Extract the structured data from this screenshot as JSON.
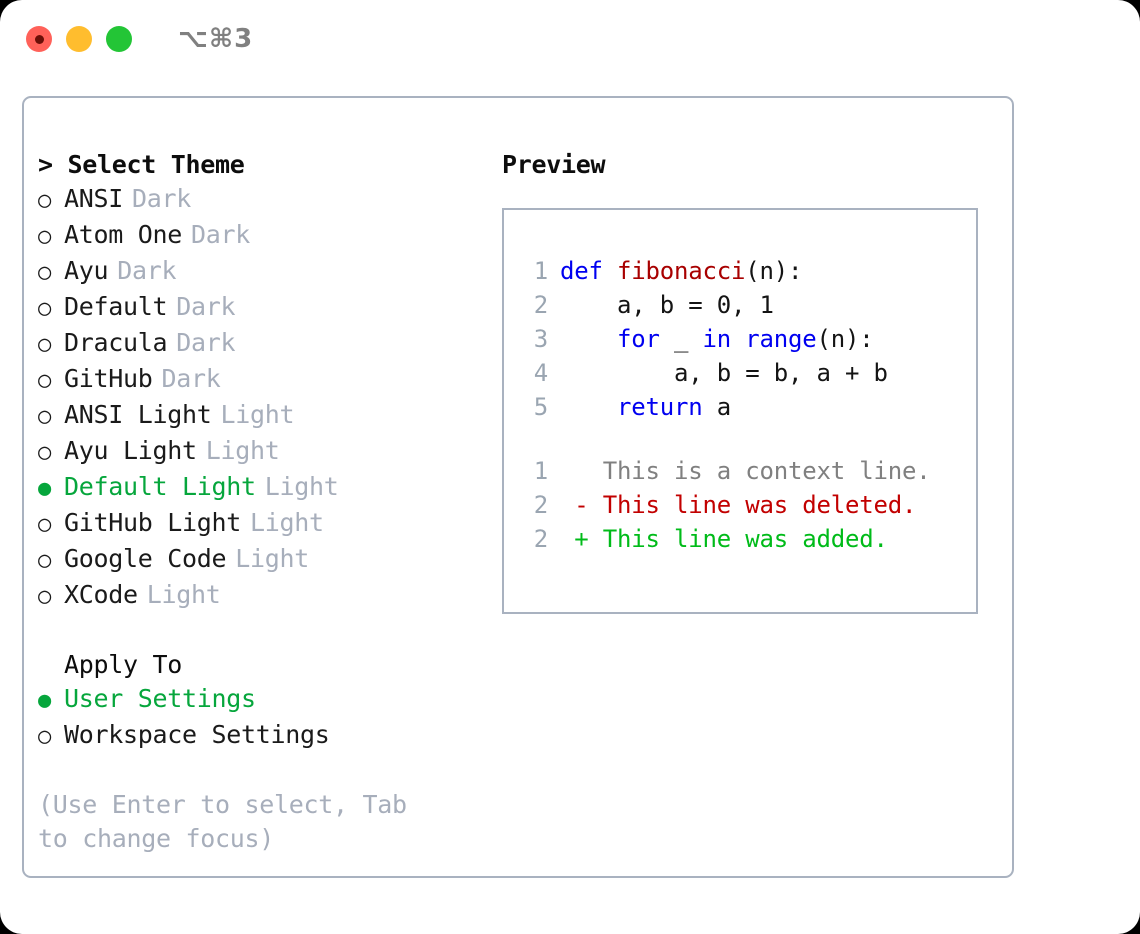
{
  "titlebar": {
    "shortcut": "⌥⌘3",
    "lights": [
      "close-light",
      "minimize-light",
      "maximize-light"
    ]
  },
  "theme_list": {
    "title": "> Select Theme",
    "items": [
      {
        "bullet": "○",
        "label": "ANSI",
        "tag": "Dark",
        "selected": false
      },
      {
        "bullet": "○",
        "label": "Atom One",
        "tag": "Dark",
        "selected": false
      },
      {
        "bullet": "○",
        "label": "Ayu",
        "tag": "Dark",
        "selected": false
      },
      {
        "bullet": "○",
        "label": "Default",
        "tag": "Dark",
        "selected": false
      },
      {
        "bullet": "○",
        "label": "Dracula",
        "tag": "Dark",
        "selected": false
      },
      {
        "bullet": "○",
        "label": "GitHub",
        "tag": "Dark",
        "selected": false
      },
      {
        "bullet": "○",
        "label": "ANSI Light",
        "tag": "Light",
        "selected": false
      },
      {
        "bullet": "○",
        "label": "Ayu Light",
        "tag": "Light",
        "selected": false
      },
      {
        "bullet": "●",
        "label": "Default Light",
        "tag": "Light",
        "selected": true
      },
      {
        "bullet": "○",
        "label": "GitHub Light",
        "tag": "Light",
        "selected": false
      },
      {
        "bullet": "○",
        "label": "Google Code",
        "tag": "Light",
        "selected": false
      },
      {
        "bullet": "○",
        "label": "XCode",
        "tag": "Light",
        "selected": false
      }
    ]
  },
  "apply_to": {
    "title": "Apply To",
    "items": [
      {
        "bullet": "●",
        "label": "User Settings",
        "selected": true
      },
      {
        "bullet": "○",
        "label": "Workspace Settings",
        "selected": false
      }
    ]
  },
  "hint": "(Use Enter to select, Tab to change focus)",
  "preview": {
    "title": "Preview",
    "code_lines": [
      {
        "no": "1",
        "tokens": [
          {
            "t": "def ",
            "c": "kw"
          },
          {
            "t": "fibonacci",
            "c": "fn"
          },
          {
            "t": "(n):",
            "c": "plain"
          }
        ]
      },
      {
        "no": "2",
        "tokens": [
          {
            "t": "    a, b = 0, 1",
            "c": "plain"
          }
        ]
      },
      {
        "no": "3",
        "tokens": [
          {
            "t": "    ",
            "c": "plain"
          },
          {
            "t": "for ",
            "c": "kw"
          },
          {
            "t": "_ ",
            "c": "plain"
          },
          {
            "t": "in ",
            "c": "kw"
          },
          {
            "t": "range",
            "c": "kw"
          },
          {
            "t": "(n):",
            "c": "plain"
          }
        ]
      },
      {
        "no": "4",
        "tokens": [
          {
            "t": "        a, b = b, a + b",
            "c": "plain"
          }
        ]
      },
      {
        "no": "5",
        "tokens": [
          {
            "t": "    ",
            "c": "plain"
          },
          {
            "t": "return ",
            "c": "kw"
          },
          {
            "t": "a",
            "c": "plain"
          }
        ]
      }
    ],
    "diff_lines": [
      {
        "no": "1",
        "tokens": [
          {
            "t": "   This is a context line.",
            "c": "ctx"
          }
        ]
      },
      {
        "no": "2",
        "tokens": [
          {
            "t": " - This line was deleted.",
            "c": "del"
          }
        ]
      },
      {
        "no": "2",
        "tokens": [
          {
            "t": " + This line was added.",
            "c": "add"
          }
        ]
      }
    ]
  },
  "colors": {
    "accent_green": "#06a63c",
    "muted_gray": "#a7aebb",
    "border": "#a9b2c0",
    "keyword_blue": "#0000f0",
    "function_red": "#a80000",
    "diff_deleted": "#c20000",
    "diff_added": "#00bb19",
    "light_red": "#ff6159",
    "light_yellow": "#ffbd2e",
    "light_green": "#23c536"
  }
}
